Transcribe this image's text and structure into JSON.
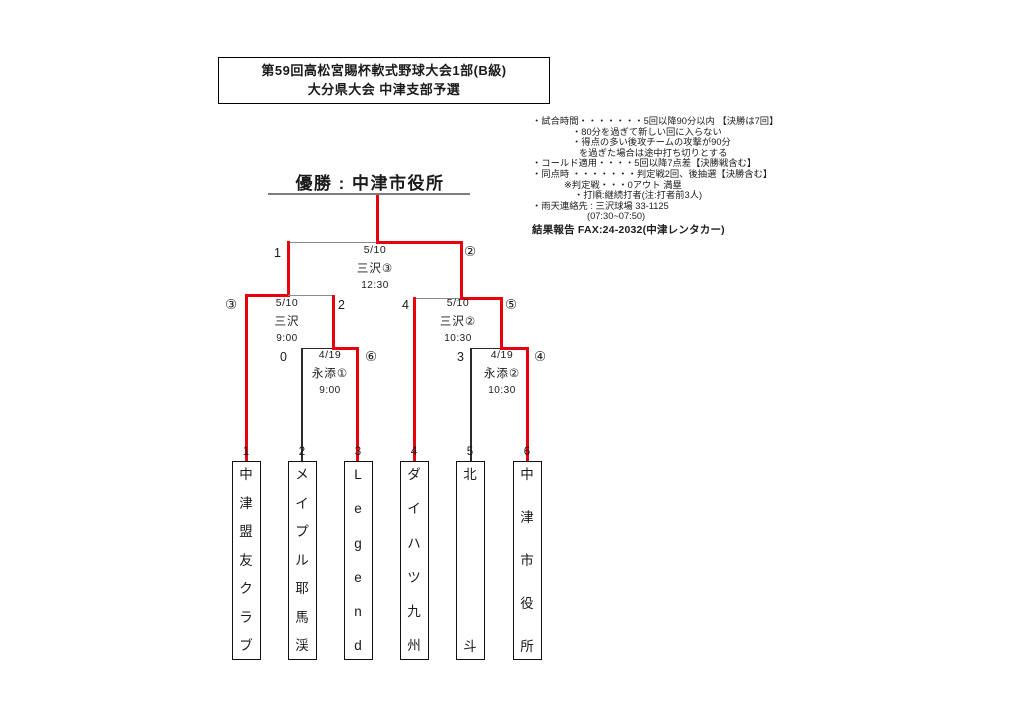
{
  "title": {
    "line1": "第59回高松宮賜杯軟式野球大会1部(B級)",
    "line2": "大分県大会 中津支部予選"
  },
  "champion": {
    "text": "優勝 : 中津市役所"
  },
  "rules": {
    "lines": [
      "・試合時間・・・・・・・5回以降90分以内 【決勝は7回】",
      "・80分を過ぎて新しい回に入らない",
      "・得点の多い後攻チームの攻撃が90分",
      "を過ぎた場合は途中打ち切りとする",
      "・コールド適用・・・・5回以降7点差【決勝戦含む】",
      "・同点時 ・・・・・・・判定戦2回、後抽選【決勝含む】",
      "※判定戦・・・0アウト 満塁",
      "・打順:継続打者(注:打者前3人)",
      "・雨天連絡先 : 三沢球場 33-1125",
      "(07:30~07:50)",
      "結果報告 FAX:24-2032(中津レンタカー)"
    ]
  },
  "bracket": {
    "final": {
      "date": "5/10",
      "venue": "三沢③",
      "time": "12:30",
      "left_score": "1",
      "right_score": "②"
    },
    "semifinal_left": {
      "date": "5/10",
      "venue": "三沢",
      "time": "9:00",
      "left_score": "③",
      "right_score": "2"
    },
    "semifinal_right": {
      "date": "5/10",
      "venue": "三沢②",
      "time": "10:30",
      "left_score": "4",
      "right_score": "⑤"
    },
    "round1_left": {
      "date": "4/19",
      "venue": "永添①",
      "time": "9:00",
      "left_score": "0",
      "right_score": "⑥"
    },
    "round1_right": {
      "date": "4/19",
      "venue": "永添②",
      "time": "10:30",
      "left_score": "3",
      "right_score": "④"
    }
  },
  "teams": [
    {
      "seed": "1",
      "name": "中津盟友クラブ"
    },
    {
      "seed": "2",
      "name": "メイプル耶馬渓"
    },
    {
      "seed": "3",
      "name": "Legend"
    },
    {
      "seed": "4",
      "name": "ダイハツ九州"
    },
    {
      "seed": "5",
      "name": "北斗"
    },
    {
      "seed": "6",
      "name": "中津市役所"
    }
  ],
  "colors": {
    "winner_path": "#e8000f",
    "neutral_line": "#8a8a8a",
    "dark_line": "#2b2b2b"
  }
}
